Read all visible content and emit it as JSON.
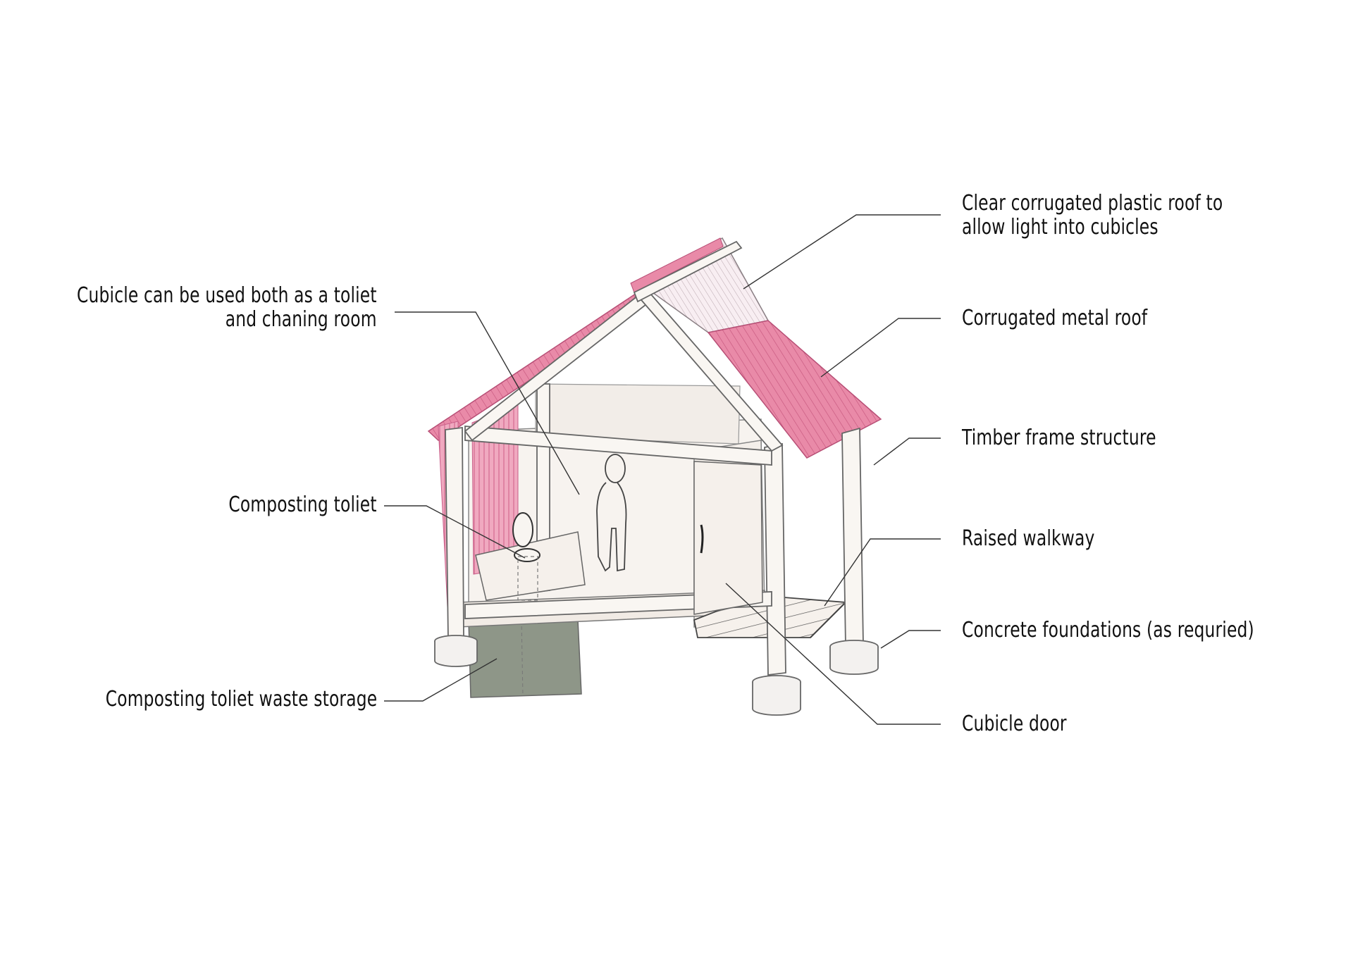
{
  "labels": {
    "cubicle_use": {
      "line1": "Cubicle can be used both as a toliet",
      "line2": "and chaning room"
    },
    "composting_toilet": "Composting toliet",
    "waste_storage": "Composting toliet waste storage",
    "clear_roof": {
      "line1": "Clear corrugated plastic roof to",
      "line2": "allow light into cubicles"
    },
    "metal_roof": "Corrugated metal roof",
    "timber_frame": "Timber frame structure",
    "raised_walkway": "Raised walkway",
    "concrete_foundations": "Concrete foundations (as requried)",
    "cubicle_door": "Cubicle door"
  },
  "colors": {
    "roof_pink": "#e98aa8",
    "roof_clear": "#f3d9e3",
    "frame_fill": "#f7f3ef",
    "waste_tank": "#8e9688",
    "outline": "#555555",
    "text": "#111111"
  }
}
